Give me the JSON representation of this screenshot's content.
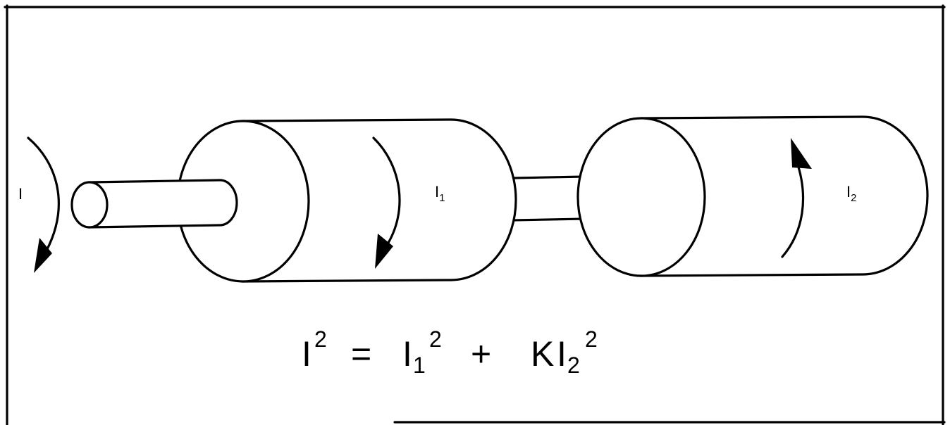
{
  "labels": {
    "input": {
      "base": "I"
    },
    "first": {
      "base": "I",
      "sub": "1"
    },
    "second": {
      "base": "I",
      "sub": "2"
    }
  },
  "equation": {
    "lhs_base": "I",
    "lhs_sup": "2",
    "equals": "=",
    "term1_base": "I",
    "term1_sub": "1",
    "term1_sup": "2",
    "plus": "+",
    "term2_coef": "K",
    "term2_base": "I",
    "term2_sub": "2",
    "term2_sup": "2"
  },
  "colors": {
    "stroke": "#000000",
    "background": "#ffffff"
  }
}
